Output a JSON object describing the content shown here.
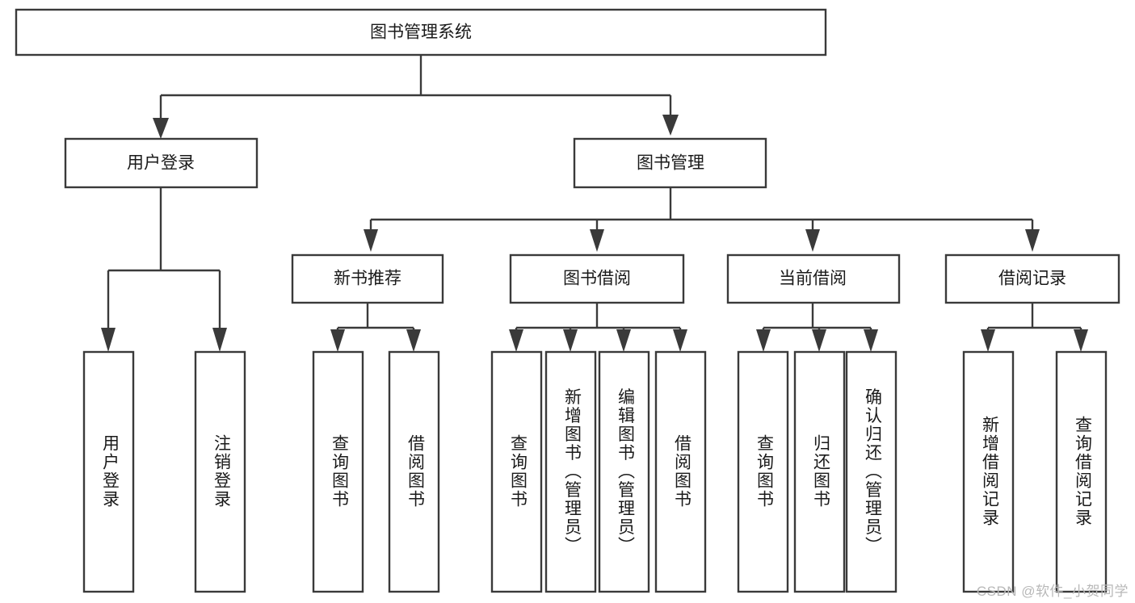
{
  "diagram": {
    "type": "tree",
    "title": "图书管理系统",
    "orientation": "top-down",
    "colors": {
      "box_stroke": "#3a3a3a",
      "box_fill": "#ffffff",
      "connector": "#3a3a3a",
      "text": "#1a1a1a",
      "watermark": "#b8b8b8",
      "background": "#ffffff"
    },
    "root": {
      "label": "图书管理系统",
      "id": "root"
    },
    "level2": [
      {
        "id": "user-login",
        "label": "用户登录"
      },
      {
        "id": "book-manage",
        "label": "图书管理"
      }
    ],
    "level3": [
      {
        "id": "new-book-recommend",
        "label": "新书推荐",
        "parent": "book-manage"
      },
      {
        "id": "book-borrow",
        "label": "图书借阅",
        "parent": "book-manage"
      },
      {
        "id": "current-borrow",
        "label": "当前借阅",
        "parent": "book-manage"
      },
      {
        "id": "borrow-record",
        "label": "借阅记录",
        "parent": "book-manage"
      }
    ],
    "leaves": [
      {
        "id": "leaf-user-login",
        "label": "用户登录",
        "parent": "user-login"
      },
      {
        "id": "leaf-logout-login",
        "label": "注销登录",
        "parent": "user-login"
      },
      {
        "id": "leaf-query-book-1",
        "label": "查询图书",
        "parent": "new-book-recommend"
      },
      {
        "id": "leaf-borrow-book-1",
        "label": "借阅图书",
        "parent": "new-book-recommend"
      },
      {
        "id": "leaf-query-book-2",
        "label": "查询图书",
        "parent": "book-borrow"
      },
      {
        "id": "leaf-add-book",
        "label": "新增图书（管理员）",
        "parent": "book-borrow"
      },
      {
        "id": "leaf-edit-book",
        "label": "编辑图书（管理员）",
        "parent": "book-borrow"
      },
      {
        "id": "leaf-borrow-book-2",
        "label": "借阅图书",
        "parent": "book-borrow"
      },
      {
        "id": "leaf-query-book-3",
        "label": "查询图书",
        "parent": "current-borrow"
      },
      {
        "id": "leaf-return-book",
        "label": "归还图书",
        "parent": "current-borrow"
      },
      {
        "id": "leaf-confirm-return",
        "label": "确认归还（管理员）",
        "parent": "current-borrow"
      },
      {
        "id": "leaf-add-record",
        "label": "新增借阅记录",
        "parent": "borrow-record"
      },
      {
        "id": "leaf-query-record",
        "label": "查询借阅记录",
        "parent": "borrow-record"
      }
    ]
  },
  "watermark": {
    "text": "CSDN @软件_小贺同学"
  }
}
